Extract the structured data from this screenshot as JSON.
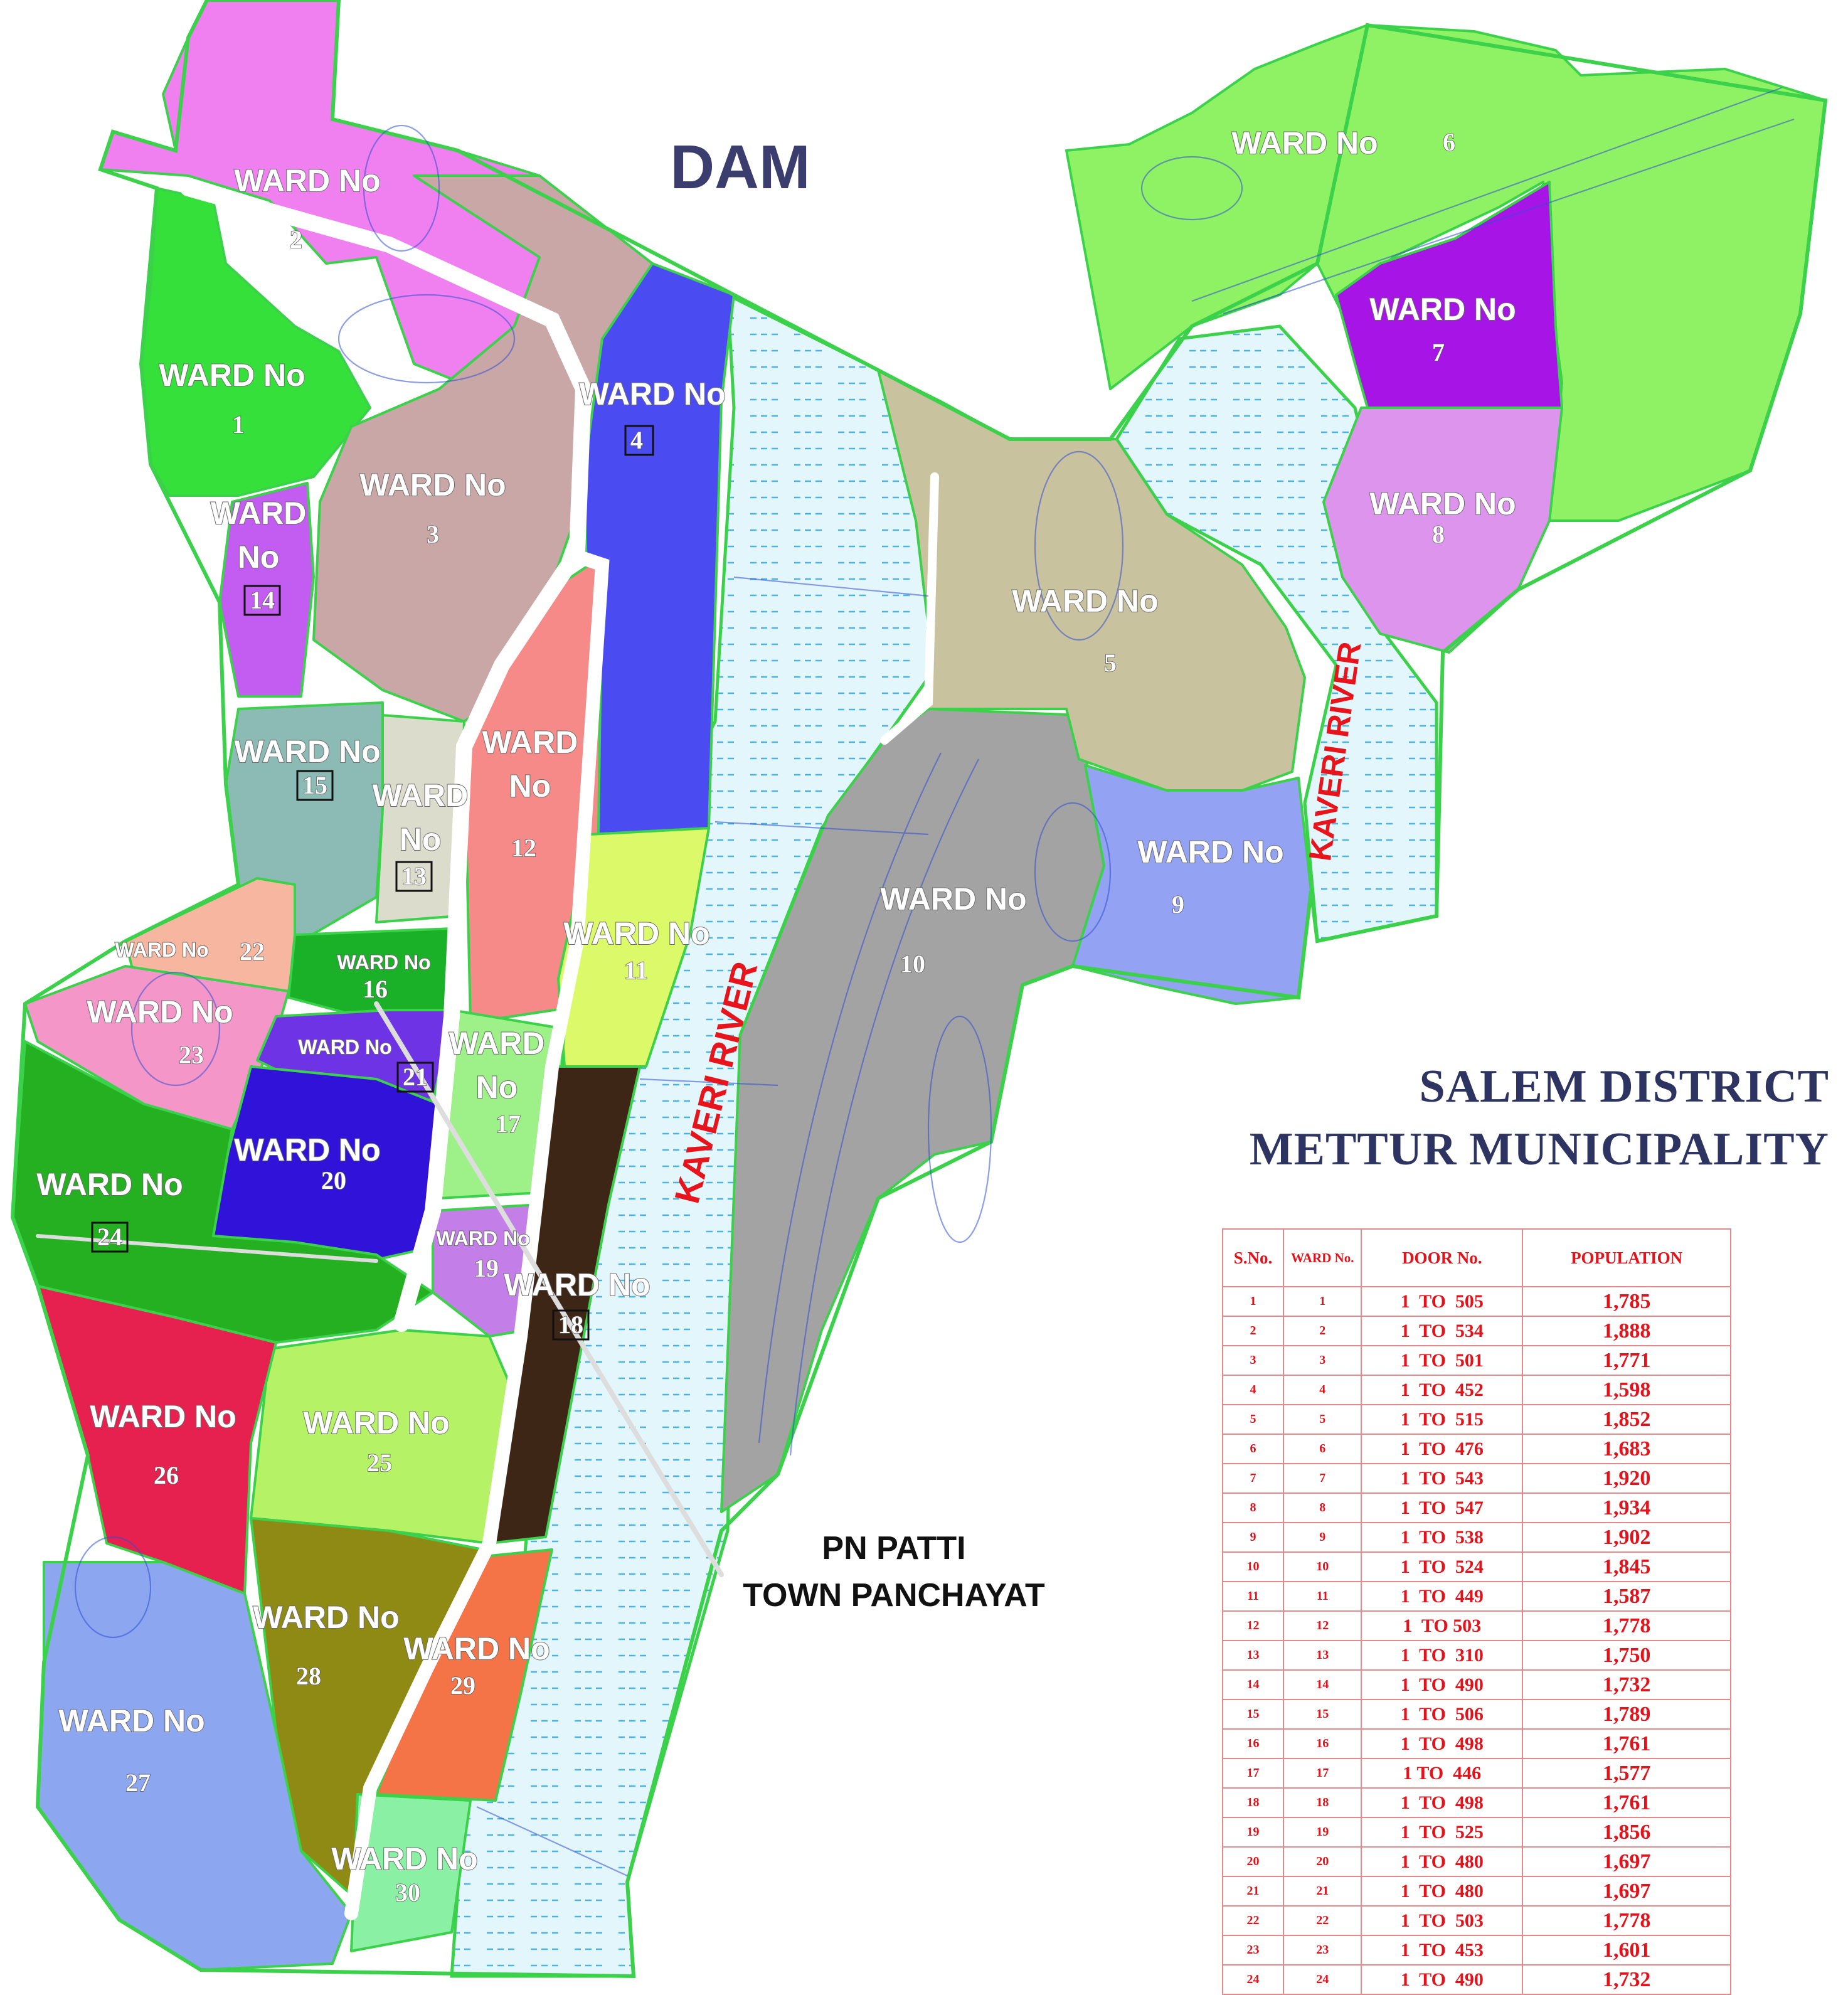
{
  "labels": {
    "dam": "DAM",
    "town": [
      "PN PATTI",
      "TOWN PANCHAYAT"
    ],
    "river": "KAVERI RIVER",
    "ward_word": "WARD No",
    "ward_word_split": [
      "WARD",
      "No"
    ]
  },
  "title": {
    "line1": "SALEM DISTRICT",
    "line2": "METTUR MUNICIPALITY"
  },
  "colors": {
    "river": "#e3f6fb",
    "river_dash": "#4fb3dc",
    "boundary": "#3bd14a",
    "title": "#2e3462",
    "table_text": "#e3131b",
    "road": "#ffffff"
  },
  "wards": [
    {
      "num": "1",
      "color": "#36e03a"
    },
    {
      "num": "2",
      "color": "#f07ff0"
    },
    {
      "num": "3",
      "color": "#c9a7a7"
    },
    {
      "num": "4",
      "color": "#4a4cf2"
    },
    {
      "num": "5",
      "color": "#c9c29e"
    },
    {
      "num": "6",
      "color": "#8ff264"
    },
    {
      "num": "7",
      "color": "#a615e6"
    },
    {
      "num": "8",
      "color": "#dc94ec"
    },
    {
      "num": "9",
      "color": "#93a2f2"
    },
    {
      "num": "10",
      "color": "#a3a3a3"
    },
    {
      "num": "11",
      "color": "#dcf96a"
    },
    {
      "num": "12",
      "color": "#f58a88"
    },
    {
      "num": "13",
      "color": "#dcdccc"
    },
    {
      "num": "14",
      "color": "#c35cf0"
    },
    {
      "num": "15",
      "color": "#8cbbb5"
    },
    {
      "num": "16",
      "color": "#1ab028"
    },
    {
      "num": "17",
      "color": "#9ef088"
    },
    {
      "num": "18",
      "color": "#3d2616"
    },
    {
      "num": "19",
      "color": "#c37ee8"
    },
    {
      "num": "20",
      "color": "#3012d9"
    },
    {
      "num": "21",
      "color": "#6d33e4"
    },
    {
      "num": "22",
      "color": "#f7b6a0"
    },
    {
      "num": "23",
      "color": "#f596c9"
    },
    {
      "num": "24",
      "color": "#24b021"
    },
    {
      "num": "25",
      "color": "#b5f266"
    },
    {
      "num": "26",
      "color": "#e6204f"
    },
    {
      "num": "27",
      "color": "#8ca7f0"
    },
    {
      "num": "28",
      "color": "#8f8a14"
    },
    {
      "num": "29",
      "color": "#f57447"
    },
    {
      "num": "30",
      "color": "#8af0a4"
    }
  ],
  "table": {
    "headers": [
      "S.No.",
      "WARD No.",
      "DOOR No.",
      "POPULATION"
    ],
    "rows": [
      {
        "sno": "1",
        "ward": "1",
        "door": "1  TO  505",
        "population": "1,785"
      },
      {
        "sno": "2",
        "ward": "2",
        "door": "1  TO  534",
        "population": "1,888"
      },
      {
        "sno": "3",
        "ward": "3",
        "door": "1  TO  501",
        "population": "1,771"
      },
      {
        "sno": "4",
        "ward": "4",
        "door": "1  TO  452",
        "population": "1,598"
      },
      {
        "sno": "5",
        "ward": "5",
        "door": "1  TO  515",
        "population": "1,852"
      },
      {
        "sno": "6",
        "ward": "6",
        "door": "1  TO  476",
        "population": "1,683"
      },
      {
        "sno": "7",
        "ward": "7",
        "door": "1  TO  543",
        "population": "1,920"
      },
      {
        "sno": "8",
        "ward": "8",
        "door": "1  TO  547",
        "population": "1,934"
      },
      {
        "sno": "9",
        "ward": "9",
        "door": "1  TO  538",
        "population": "1,902"
      },
      {
        "sno": "10",
        "ward": "10",
        "door": "1  TO  524",
        "population": "1,845"
      },
      {
        "sno": "11",
        "ward": "11",
        "door": "1  TO  449",
        "population": "1,587"
      },
      {
        "sno": "12",
        "ward": "12",
        "door": "1  TO 503",
        "population": "1,778"
      },
      {
        "sno": "13",
        "ward": "13",
        "door": "1  TO  310",
        "population": "1,750"
      },
      {
        "sno": "14",
        "ward": "14",
        "door": "1  TO  490",
        "population": "1,732"
      },
      {
        "sno": "15",
        "ward": "15",
        "door": "1  TO  506",
        "population": "1,789"
      },
      {
        "sno": "16",
        "ward": "16",
        "door": "1  TO  498",
        "population": "1,761"
      },
      {
        "sno": "17",
        "ward": "17",
        "door": "1 TO  446",
        "population": "1,577"
      },
      {
        "sno": "18",
        "ward": "18",
        "door": "1  TO  498",
        "population": "1,761"
      },
      {
        "sno": "19",
        "ward": "19",
        "door": "1  TO  525",
        "population": "1,856"
      },
      {
        "sno": "20",
        "ward": "20",
        "door": "1  TO  480",
        "population": "1,697"
      },
      {
        "sno": "21",
        "ward": "21",
        "door": "1  TO  480",
        "population": "1,697"
      },
      {
        "sno": "22",
        "ward": "22",
        "door": "1  TO  503",
        "population": "1,778"
      },
      {
        "sno": "23",
        "ward": "23",
        "door": "1  TO  453",
        "population": "1,601"
      },
      {
        "sno": "24",
        "ward": "24",
        "door": "1  TO  490",
        "population": "1,732"
      }
    ]
  }
}
